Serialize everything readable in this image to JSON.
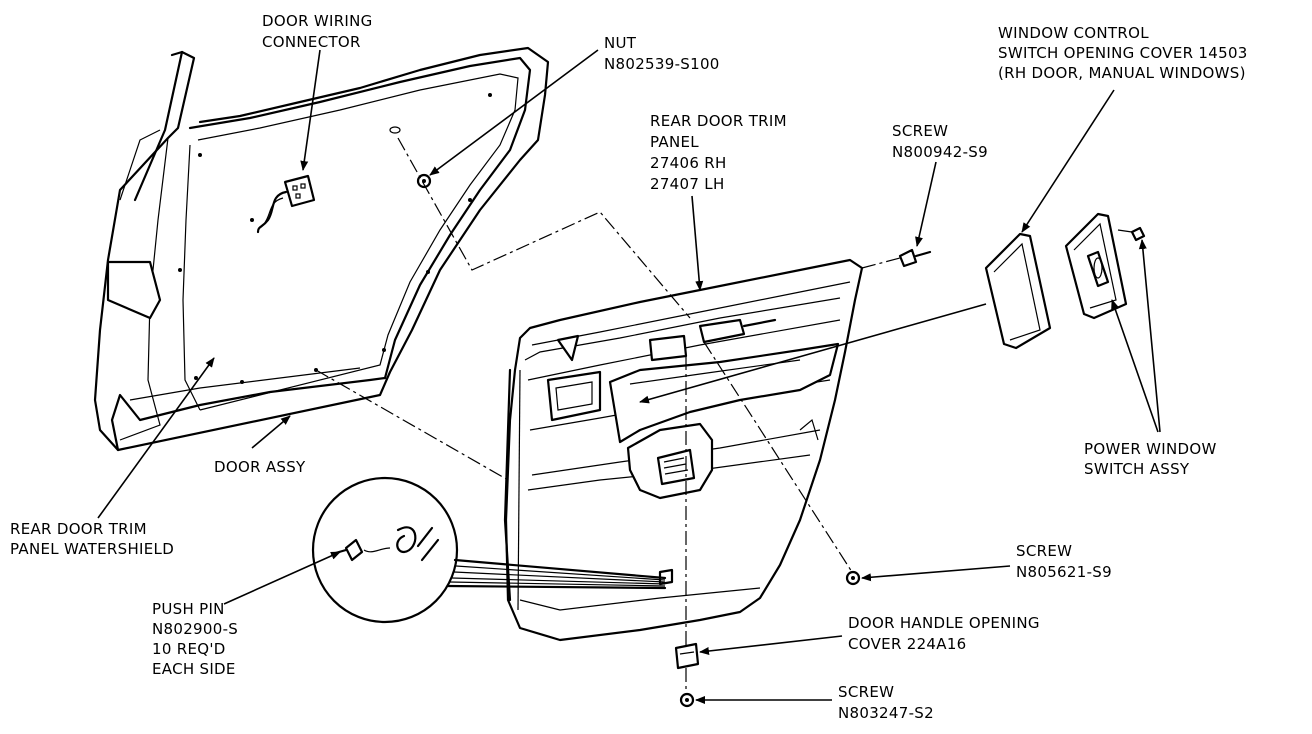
{
  "labels": {
    "door_wiring_connector": [
      "DOOR WIRING",
      "CONNECTOR"
    ],
    "nut": [
      "NUT",
      "N802539-S100"
    ],
    "rear_door_trim_panel": [
      "REAR DOOR TRIM",
      "PANEL",
      "27406 RH",
      "27407 LH"
    ],
    "screw_top": [
      "SCREW",
      "N800942-S9"
    ],
    "window_control_cover": [
      "WINDOW CONTROL",
      "SWITCH OPENING COVER 14503",
      "(RH DOOR, MANUAL WINDOWS)"
    ],
    "power_window_switch": [
      "POWER WINDOW",
      "SWITCH ASSY"
    ],
    "door_assy": [
      "DOOR ASSY"
    ],
    "watershield": [
      "REAR DOOR TRIM",
      "PANEL WATERSHIELD"
    ],
    "push_pin": [
      "PUSH PIN",
      "N802900-S",
      "10 REQ'D",
      "EACH SIDE"
    ],
    "screw_mid": [
      "SCREW",
      "N805621-S9"
    ],
    "door_handle_cover": [
      "DOOR HANDLE OPENING",
      "COVER 224A16"
    ],
    "screw_bottom": [
      "SCREW",
      "N803247-S2"
    ]
  }
}
